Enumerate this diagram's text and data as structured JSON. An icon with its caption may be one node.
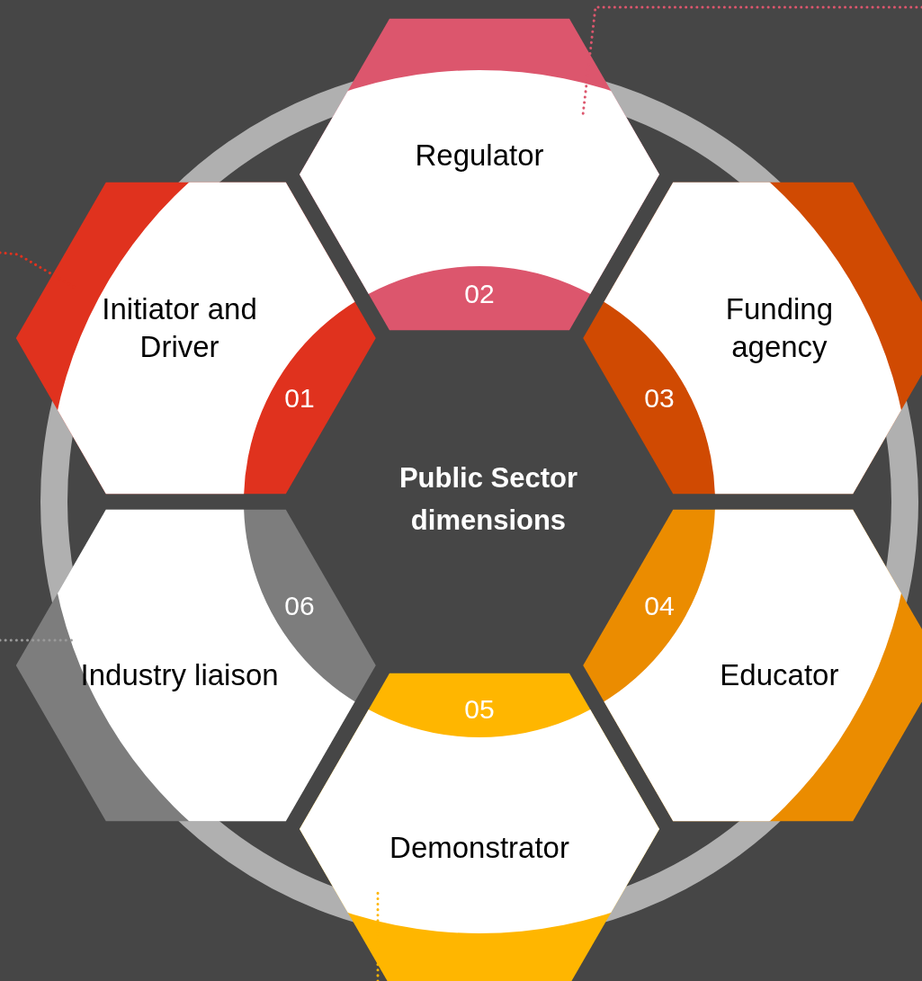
{
  "diagram": {
    "nodes": [
      {
        "text": [
          "Public Sector dimensions"
        ]
      },
      {
        "text": [
          "Initiator and Driver",
          "01"
        ]
      },
      {
        "text": [
          "Regulator",
          "02"
        ]
      },
      {
        "text": [
          "Funding agency",
          "03"
        ]
      },
      {
        "text": [
          "04",
          "Educator"
        ]
      },
      {
        "text": [
          "05",
          "Demonstrator"
        ]
      },
      {
        "text": [
          "06",
          "Industry liaison"
        ]
      }
    ],
    "edges": [
      {
        "from": null,
        "to": 2,
        "arrow": "none",
        "color": "#dc566d"
      },
      {
        "from": null,
        "to": 1,
        "arrow": "none",
        "color": "#e0321e"
      },
      {
        "from": null,
        "to": 6,
        "arrow": "none",
        "color": "#9a9a9a"
      },
      {
        "from": null,
        "to": 5,
        "arrow": "none",
        "color": "#ffb600"
      }
    ]
  }
}
